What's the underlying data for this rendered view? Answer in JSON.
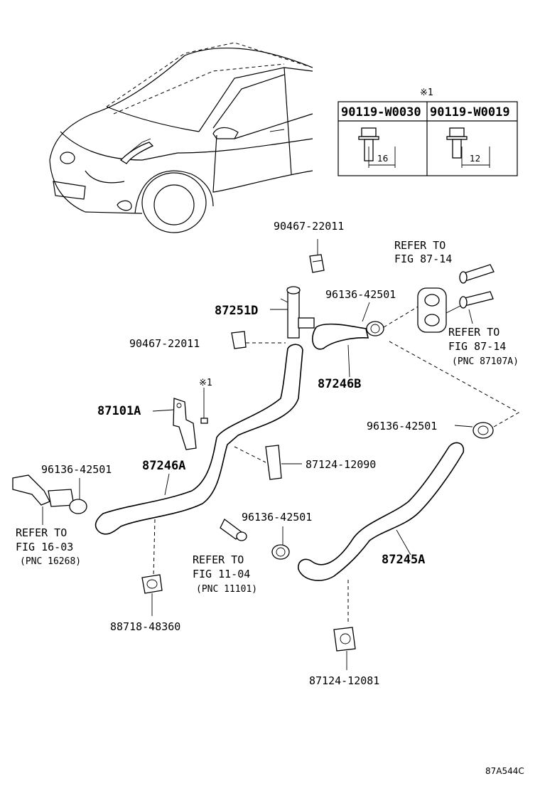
{
  "diagram_code": "87A544C",
  "fastener_table": {
    "marker": "※1",
    "columns": [
      {
        "part_no": "90119-W0030",
        "length": "16"
      },
      {
        "part_no": "90119-W0019",
        "length": "12"
      }
    ]
  },
  "labels": {
    "p90467_top": "90467-22011",
    "p87251D": "87251D",
    "p90467_mid": "90467-22011",
    "p96136_top": "96136-42501",
    "p87246B": "87246B",
    "refer_8714_a_line1": "REFER TO",
    "refer_8714_a_line2": "FIG 87-14",
    "refer_8714_b_line1": "REFER TO",
    "refer_8714_b_line2": "FIG 87-14",
    "refer_8714_b_pnc": "(PNC 87107A)",
    "marker_1": "※1",
    "p87101A": "87101A",
    "p96136_right": "96136-42501",
    "p96136_left": "96136-42501",
    "p87246A": "87246A",
    "p87124_12090": "87124-12090",
    "refer_1603_line1": "REFER TO",
    "refer_1603_line2": "FIG 16-03",
    "refer_1603_pnc": "(PNC 16268)",
    "p96136_lower": "96136-42501",
    "refer_1104_line1": "REFER TO",
    "refer_1104_line2": "FIG 11-04",
    "refer_1104_pnc": "(PNC 11101)",
    "p87245A": "87245A",
    "p88718": "88718-48360",
    "p87124_12081": "87124-12081"
  }
}
